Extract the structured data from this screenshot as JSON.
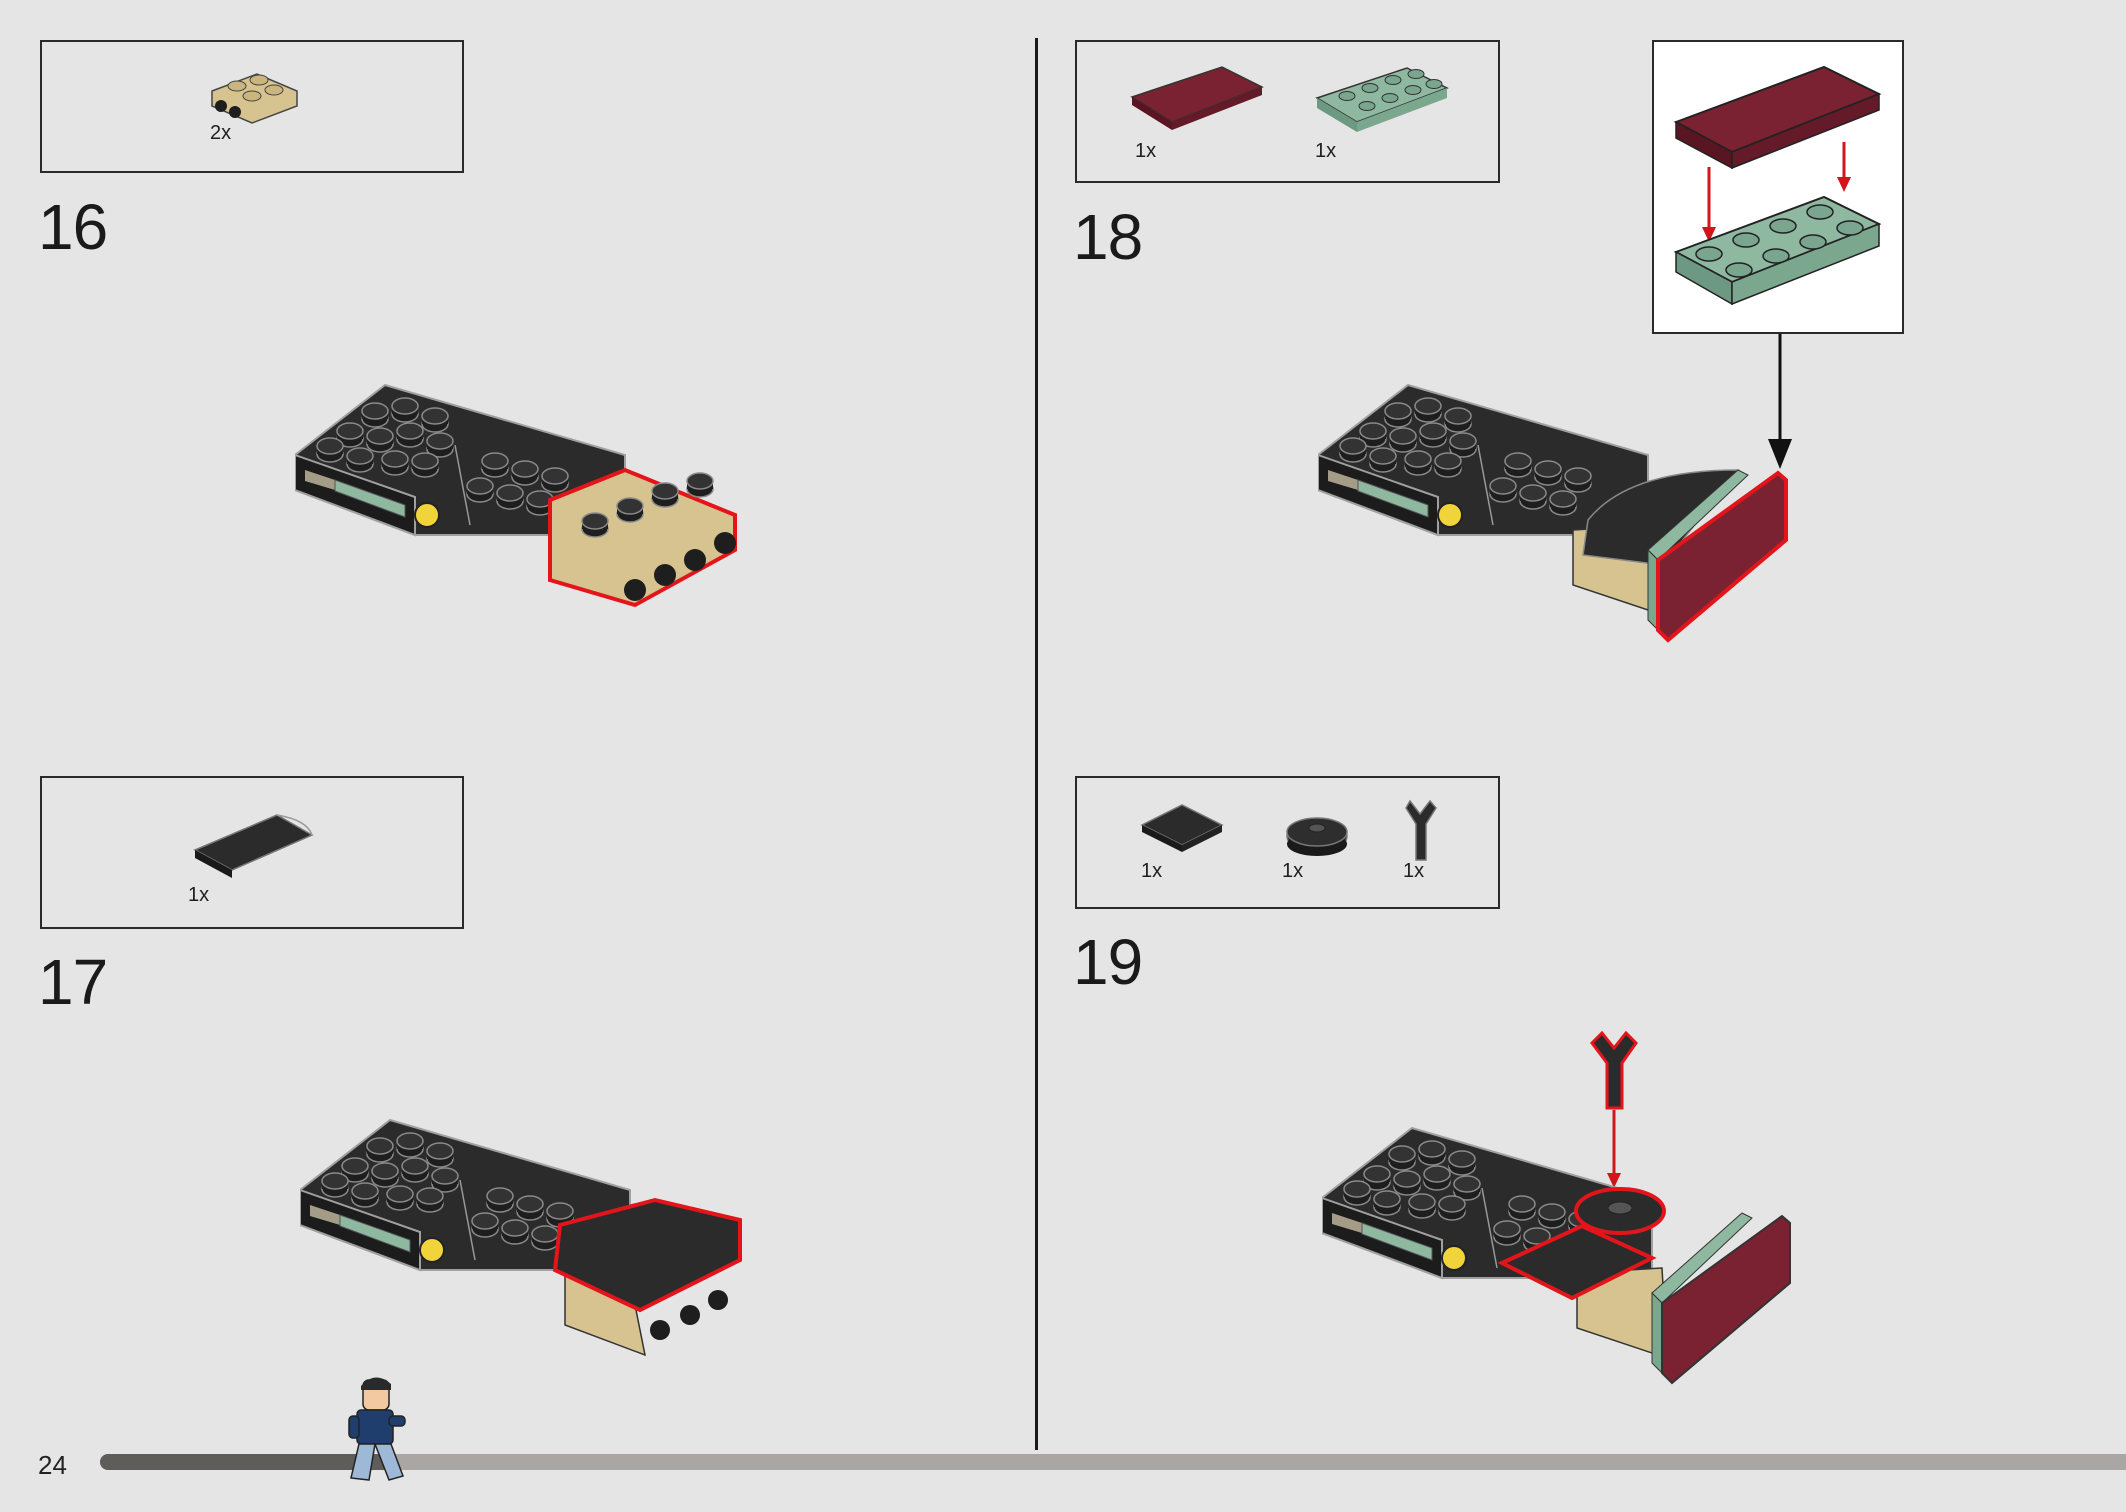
{
  "page": {
    "number": "24",
    "progress_fraction": 0.14
  },
  "steps": [
    {
      "number": "16",
      "parts": [
        {
          "qty": "2x",
          "icon": "tan-plate-2x2-with-side-studs"
        }
      ]
    },
    {
      "number": "17",
      "parts": [
        {
          "qty": "1x",
          "icon": "black-curved-slope-2x2"
        }
      ]
    },
    {
      "number": "18",
      "parts": [
        {
          "qty": "1x",
          "icon": "dark-red-tile-2x4"
        },
        {
          "qty": "1x",
          "icon": "sand-green-plate-2x4"
        }
      ]
    },
    {
      "number": "19",
      "parts": [
        {
          "qty": "1x",
          "icon": "black-tile-2x2"
        },
        {
          "qty": "1x",
          "icon": "black-round-plate-with-pin-hole"
        },
        {
          "qty": "1x",
          "icon": "black-stick-with-clip"
        }
      ]
    }
  ],
  "colors": {
    "background": "#e6e5e5",
    "black_brick": "#2a2a2a",
    "tan": "#d6c38f",
    "sand_green": "#8fb8a1",
    "dark_red": "#7a2231",
    "highlight": "#e3151b",
    "progress_dark": "#5f5d5a",
    "progress_light": "#a9a6a3"
  }
}
